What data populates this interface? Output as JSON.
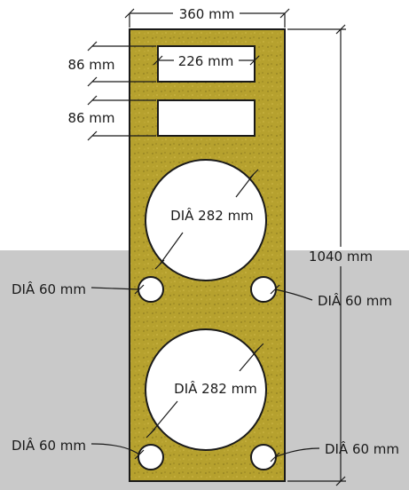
{
  "drawing": {
    "width_label": "360 mm",
    "height_label": "1040 mm",
    "top_opening_label": "226 mm",
    "opening1_height_label": "86 mm",
    "opening2_height_label": "86 mm",
    "woofer_top_label": "DIÂ 282 mm",
    "woofer_bottom_label": "DIÂ 282 mm",
    "hole_upper_left_label": "DIÂ 60 mm",
    "hole_upper_right_label": "DIÂ 60 mm",
    "hole_lower_left_label": "DIÂ 60 mm",
    "hole_lower_right_label": "DIÂ 60 mm"
  },
  "colors": {
    "board": "#b6a12e",
    "board_speckle": "#8f7e1f",
    "sky": "#ffffff",
    "ground": "#c9c9c9",
    "line": "#1a1a1a",
    "hole_fill": "#ffffff"
  }
}
